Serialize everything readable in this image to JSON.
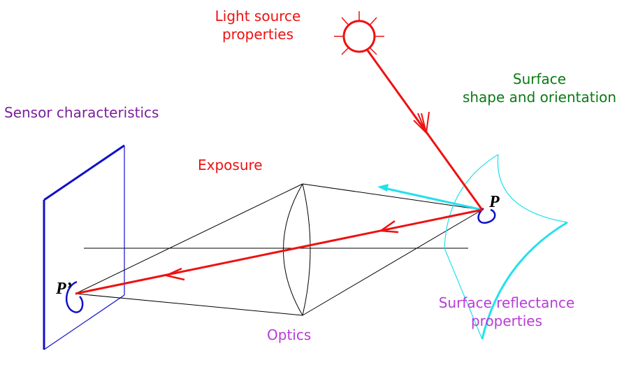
{
  "colors": {
    "red": "#ee1111",
    "green": "#0a7a14",
    "purple": "#7a1f9a",
    "magenta": "#b83cd6",
    "blue": "#1010c8",
    "cyan": "#22e0ee",
    "black": "#000000"
  },
  "labels": {
    "light_source_line1": "Light source",
    "light_source_line2": "properties",
    "surface_shape_line1": "Surface",
    "surface_shape_line2": "shape and orientation",
    "sensor": "Sensor characteristics",
    "exposure": "Exposure",
    "optics": "Optics",
    "reflectance_line1": "Surface reflectance",
    "reflectance_line2": "properties",
    "point_p": "P",
    "point_p_prime": "P’"
  }
}
